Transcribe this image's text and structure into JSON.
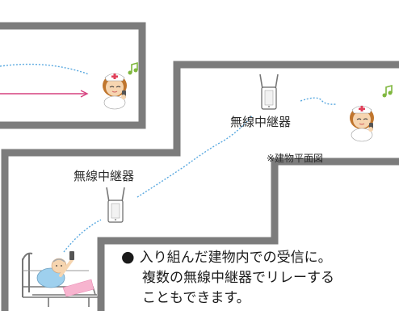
{
  "diagram": {
    "repeater_label_upper": "無線中継器",
    "repeater_label_lower": "無線中継器",
    "caption": "※建物平面図",
    "note": {
      "bullet": "●",
      "line1": "入り組んだ建物内での受信に。",
      "line2": "複数の無線中継器でリレーする",
      "line3": "こともできます。"
    }
  },
  "colors": {
    "wall": "#7c7c7c",
    "signal_line": "#5aa9e0",
    "call_arrow": "#d6417f",
    "music_note": "#7fb73e",
    "nurse_cap_cross": "#e0405a",
    "hair": "#c0762e",
    "skin": "#f6d5b0",
    "patient_gown": "#9ed0ee",
    "blanket": "#f7b4cf"
  },
  "icons": [
    "nurse-icon",
    "music-note-icon",
    "repeater-icon",
    "bed-icon",
    "patient-icon",
    "arrow-icon"
  ]
}
